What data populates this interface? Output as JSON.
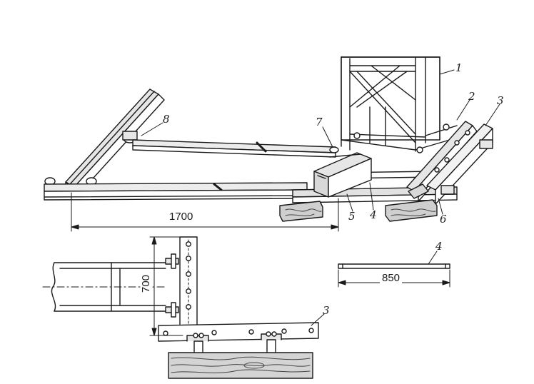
{
  "labels": {
    "p1": "1",
    "p2": "2",
    "p3": "3",
    "p4": "4",
    "p5": "5",
    "p6": "6",
    "p7": "7",
    "p8": "8",
    "p3_detail": "3",
    "p4_detail": "4"
  },
  "dimensions": {
    "length": "1700",
    "height": "700",
    "bar": "850"
  },
  "colors": {
    "ink": "#1a1a1a",
    "wood": "#cfcfcf",
    "rail_fill": "#e6e6e6",
    "grain": "#444444"
  }
}
